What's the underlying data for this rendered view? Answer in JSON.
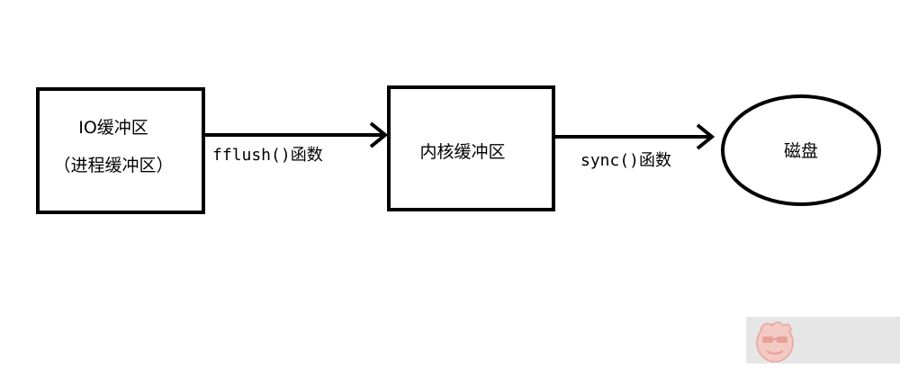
{
  "nodes": {
    "process_buffer": {
      "line1": "IO缓冲区",
      "line2": "（进程缓冲区）"
    },
    "kernel_buffer": {
      "label": "内核缓冲区"
    },
    "disk": {
      "label": "磁盘"
    }
  },
  "edges": {
    "fflush": {
      "label": "fflush()函数"
    },
    "sync": {
      "label": "sync()函数"
    }
  },
  "watermark": {
    "icon": "mascot-logo-icon"
  }
}
